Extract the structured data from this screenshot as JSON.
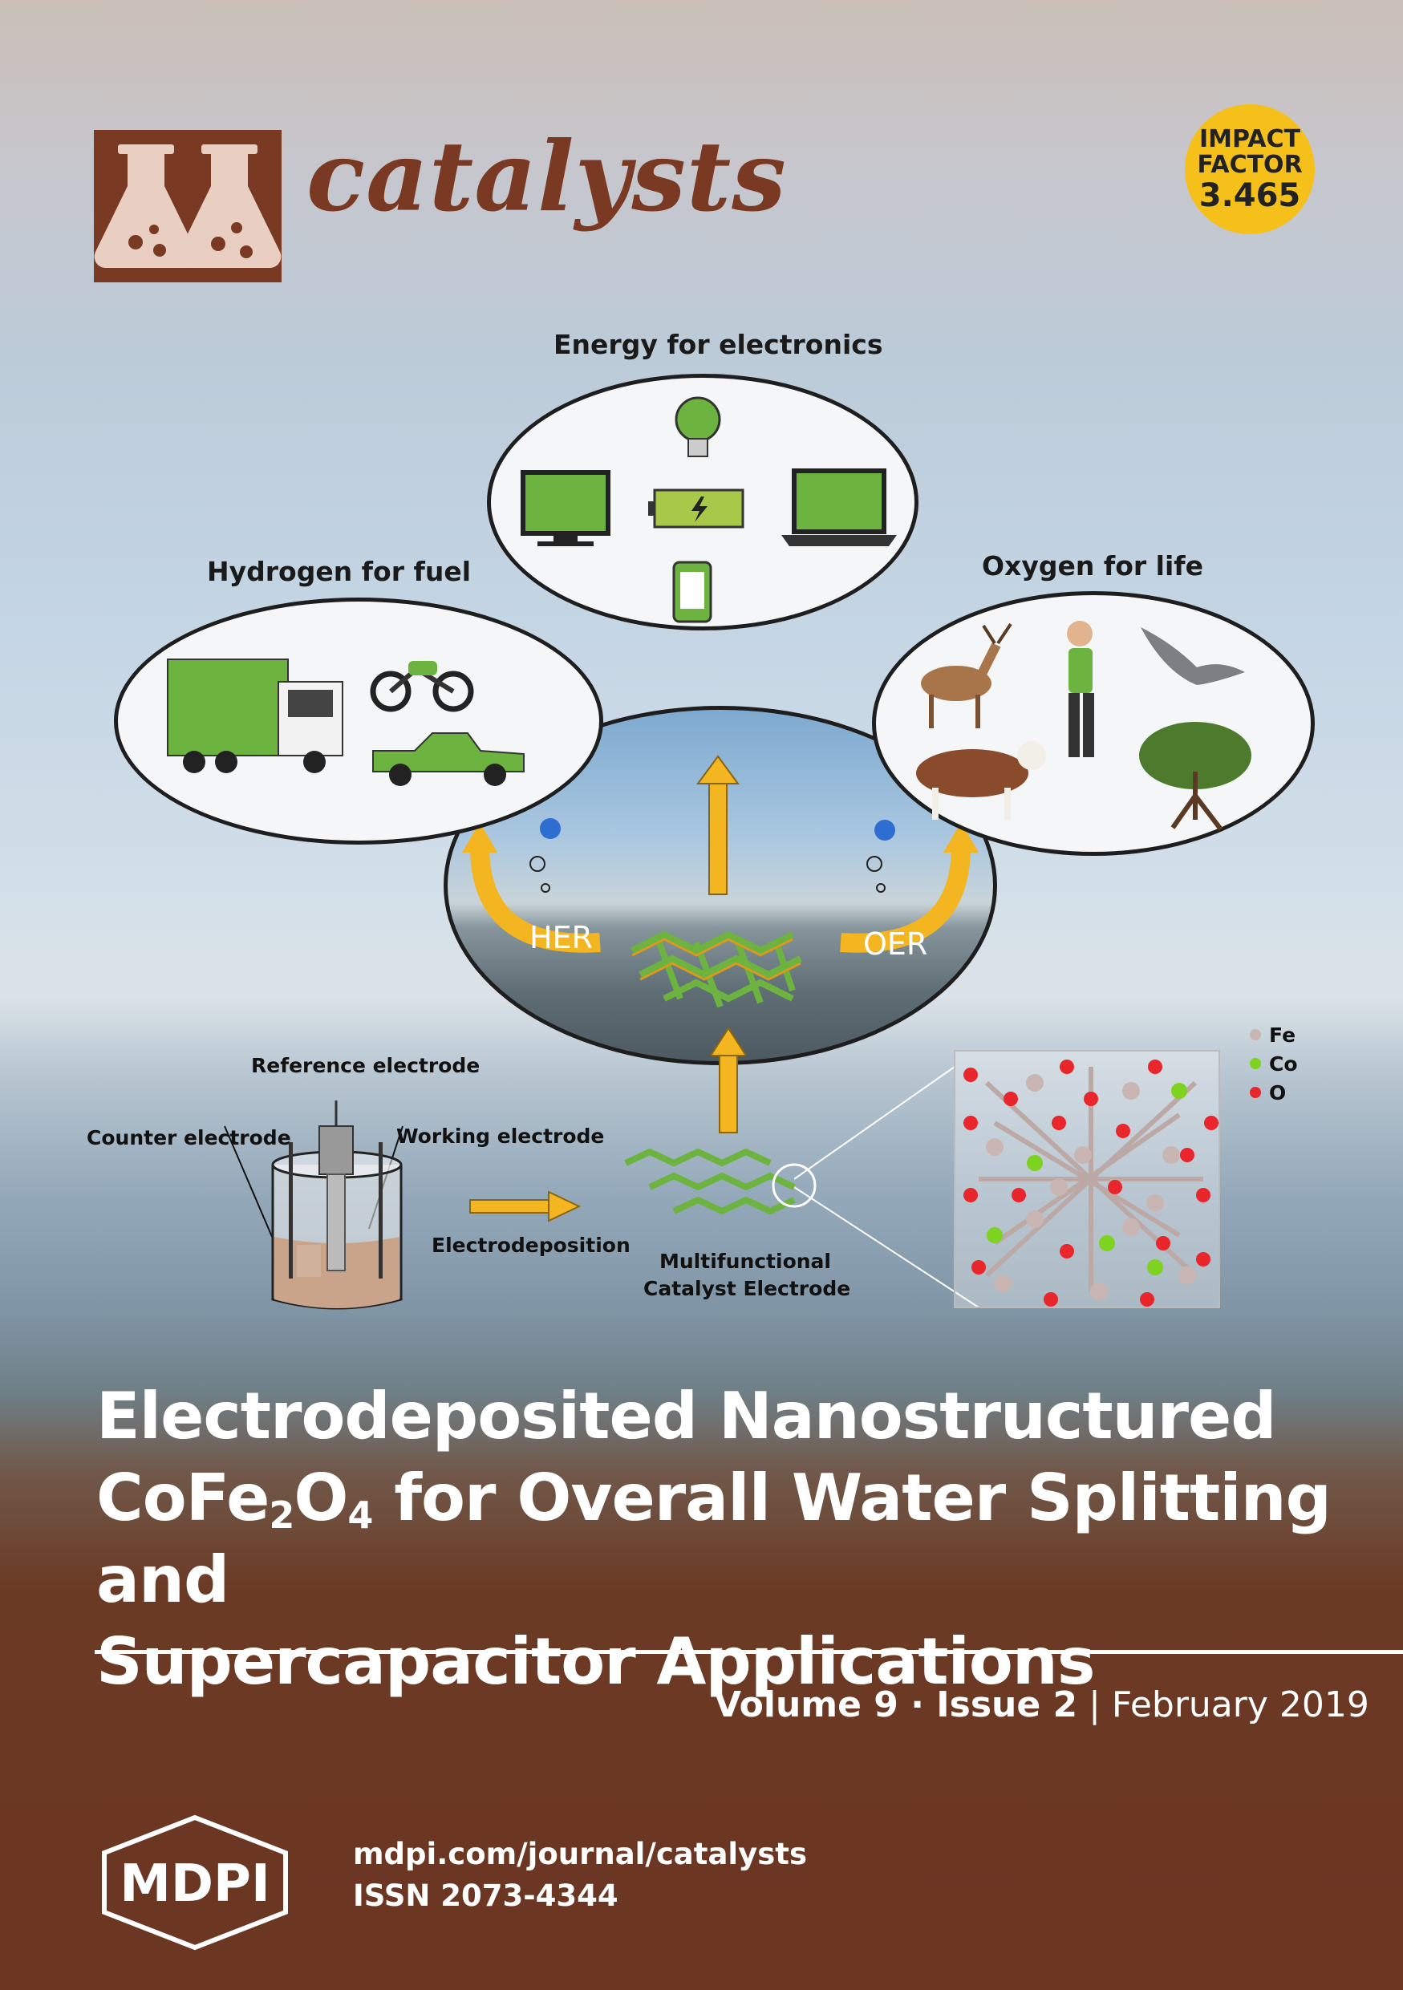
{
  "journal": {
    "name": "catalysts"
  },
  "impact_factor": {
    "line1": "IMPACT",
    "line2": "FACTOR",
    "value": "3.465"
  },
  "colors": {
    "brand": "#7a3922",
    "badge": "#f6c01b",
    "green": "#6db33f",
    "arrow": "#f3b520"
  },
  "figure": {
    "top_label": "Energy for electronics",
    "left_label": "Hydrogen for fuel",
    "right_label": "Oxygen for life",
    "her": "HER",
    "oer": "OER",
    "reference_electrode": "Reference electrode",
    "counter_electrode": "Counter electrode",
    "working_electrode": "Working electrode",
    "electrodeposition": "Electrodeposition",
    "catalyst_line1": "Multifunctional",
    "catalyst_line2": "Catalyst Electrode",
    "legend": [
      {
        "symbol": "Fe",
        "color": "#c9b6b2"
      },
      {
        "symbol": "Co",
        "color": "#7ed321"
      },
      {
        "symbol": "O",
        "color": "#e8262b"
      }
    ],
    "icons": [
      "lightbulb-icon",
      "monitor-icon",
      "battery-icon",
      "laptop-icon",
      "phone-icon",
      "truck-icon",
      "motorcycle-icon",
      "pickup-icon",
      "deer-icon",
      "woman-icon",
      "bird-icon",
      "cow-icon",
      "tree-icon"
    ]
  },
  "article": {
    "title_line1": "Electrodeposited Nanostructured",
    "title_line2_a": "CoFe",
    "title_sub1": "2",
    "title_line2_b": "O",
    "title_sub2": "4",
    "title_line2_c": " for Overall Water Splitting and",
    "title_line3": "Supercapacitor Applications"
  },
  "issue": {
    "volume": "Volume 9",
    "dot": " · ",
    "issue": "Issue 2",
    "sep": " | ",
    "date": "February 2019"
  },
  "publisher": {
    "logo": "MDPI",
    "url": "mdpi.com/journal/catalysts",
    "issn": "ISSN 2073-4344"
  }
}
